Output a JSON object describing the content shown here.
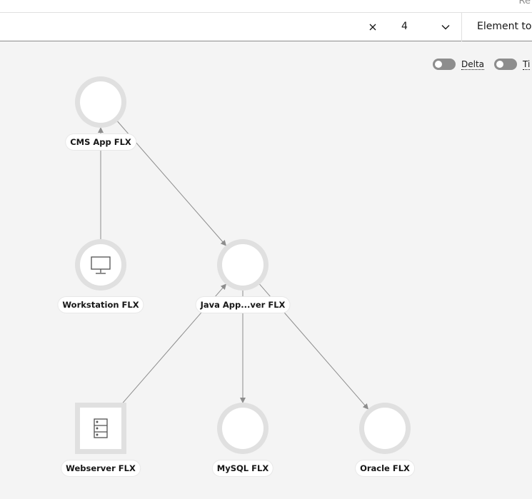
{
  "header": {
    "cut_text": "Re"
  },
  "toolbar": {
    "clear_icon": "close-icon",
    "count": "4",
    "dropdown_icon": "chevron-down-icon",
    "element_select": "Element to e"
  },
  "toggles": [
    {
      "label": "Delta",
      "on": false
    },
    {
      "label": "Ti",
      "on": false
    }
  ],
  "nodes": [
    {
      "id": "cms",
      "label": "CMS App FLX",
      "icon": "none",
      "shape": "circle"
    },
    {
      "id": "workstation",
      "label": "Workstation FLX",
      "icon": "monitor-icon",
      "shape": "circle"
    },
    {
      "id": "java",
      "label": "Java App...ver FLX",
      "icon": "none",
      "shape": "circle"
    },
    {
      "id": "webserver",
      "label": "Webserver FLX",
      "icon": "server-icon",
      "shape": "square"
    },
    {
      "id": "mysql",
      "label": "MySQL FLX",
      "icon": "none",
      "shape": "circle"
    },
    {
      "id": "oracle",
      "label": "Oracle FLX",
      "icon": "none",
      "shape": "circle"
    }
  ],
  "edges": [
    {
      "from": "workstation",
      "to": "cms"
    },
    {
      "from": "cms",
      "to": "java"
    },
    {
      "from": "webserver",
      "to": "java"
    },
    {
      "from": "java",
      "to": "mysql"
    },
    {
      "from": "java",
      "to": "oracle"
    }
  ],
  "colors": {
    "canvas": "#f4f4f4",
    "node_ring": "#e0e0e0",
    "edge": "#8d8d8d",
    "icon": "#525252"
  }
}
